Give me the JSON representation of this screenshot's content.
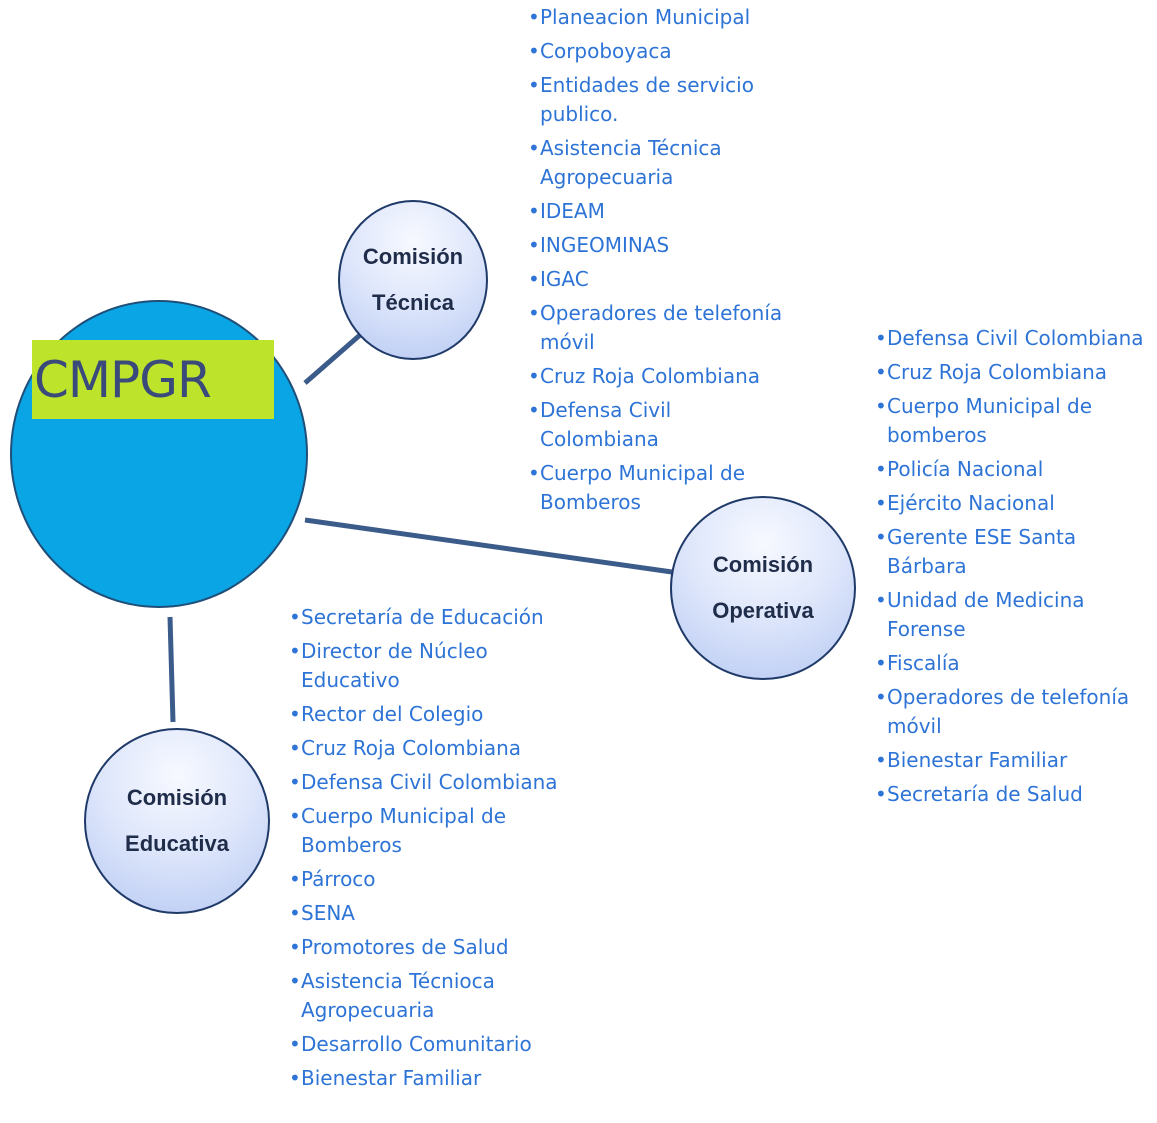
{
  "center": {
    "label": "CMPGR"
  },
  "colors": {
    "center_fill": "#0aa5e4",
    "logo_fill": "#bde32b",
    "connector": "#3b5b8a",
    "list_text": "#2e74d6"
  },
  "commissions": {
    "tecnica": {
      "line1": "Comisión",
      "line2": "Técnica",
      "items": [
        " Planeacion Municipal",
        " Corpoboyaca",
        " Entidades de servicio publico.",
        "Asistencia Técnica Agropecuaria",
        "IDEAM",
        "INGEOMINAS",
        "IGAC",
        "Operadores de telefonía móvil",
        "Cruz Roja Colombiana",
        "Defensa Civil Colombiana",
        "Cuerpo Municipal de Bomberos"
      ]
    },
    "operativa": {
      "line1": "Comisión",
      "line2": "Operativa",
      "items": [
        "Defensa Civil Colombiana",
        "Cruz Roja Colombiana",
        "Cuerpo Municipal de bomberos",
        "Policía Nacional",
        "Ejército Nacional",
        "Gerente ESE Santa Bárbara",
        "Unidad de Medicina Forense",
        "Fiscalía",
        "Operadores de telefonía móvil",
        "Bienestar Familiar",
        "Secretaría de Salud"
      ]
    },
    "educativa": {
      "line1": "Comisión",
      "line2": "Educativa",
      "items": [
        "Secretaría de Educación",
        "Director de Núcleo Educativo",
        "Rector del Colegio",
        "Cruz Roja Colombiana",
        "Defensa Civil Colombiana",
        "Cuerpo Municipal de Bomberos",
        "Párroco",
        "SENA",
        "Promotores de Salud",
        "Asistencia Técnioca Agropecuaria",
        "Desarrollo Comunitario",
        "Bienestar Familiar"
      ]
    }
  }
}
